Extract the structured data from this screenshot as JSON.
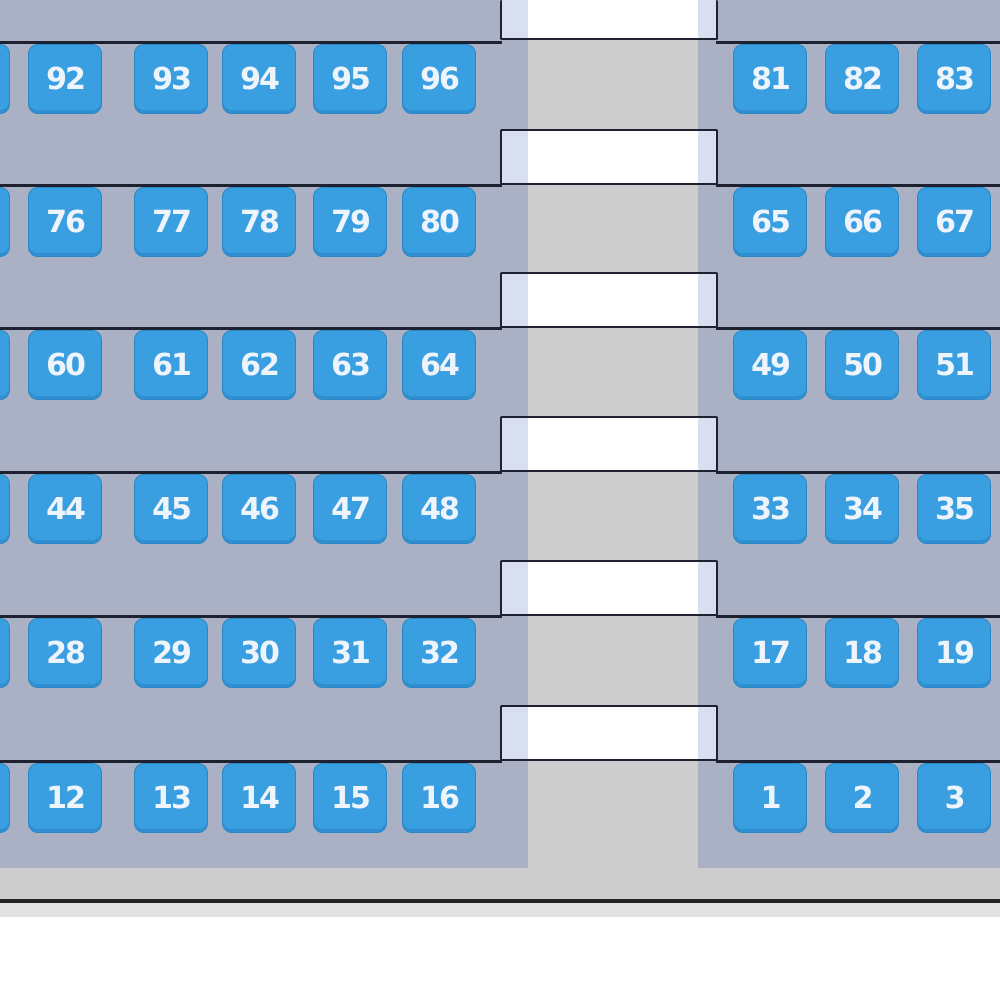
{
  "colors": {
    "seat": "#3a9fe0",
    "panel": "#aab1c5",
    "aisle": "#cdcdcd"
  },
  "rows": [
    {
      "left": [
        "92",
        "93",
        "94",
        "95",
        "96"
      ],
      "right": [
        "81",
        "82",
        "83"
      ]
    },
    {
      "left": [
        "76",
        "77",
        "78",
        "79",
        "80"
      ],
      "right": [
        "65",
        "66",
        "67"
      ]
    },
    {
      "left": [
        "60",
        "61",
        "62",
        "63",
        "64"
      ],
      "right": [
        "49",
        "50",
        "51"
      ]
    },
    {
      "left": [
        "44",
        "45",
        "46",
        "47",
        "48"
      ],
      "right": [
        "33",
        "34",
        "35"
      ]
    },
    {
      "left": [
        "28",
        "29",
        "30",
        "31",
        "32"
      ],
      "right": [
        "17",
        "18",
        "19"
      ]
    },
    {
      "left": [
        "12",
        "13",
        "14",
        "15",
        "16"
      ],
      "right": [
        "1",
        "2",
        "3"
      ]
    }
  ]
}
